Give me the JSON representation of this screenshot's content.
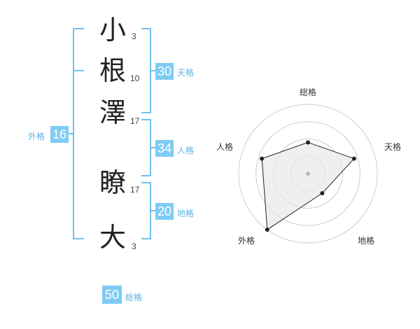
{
  "name": {
    "chars": [
      {
        "char": "小",
        "strokes": "3"
      },
      {
        "char": "根",
        "strokes": "10"
      },
      {
        "char": "澤",
        "strokes": "17"
      },
      {
        "char": "瞭",
        "strokes": "17"
      },
      {
        "char": "大",
        "strokes": "3"
      }
    ]
  },
  "fortunes": {
    "tenkaku": {
      "value": "30",
      "label": "天格"
    },
    "jinkaku": {
      "value": "34",
      "label": "人格"
    },
    "chikaku": {
      "value": "20",
      "label": "地格"
    },
    "gaikaku": {
      "value": "16",
      "label": "外格"
    },
    "soukaku": {
      "value": "50",
      "label": "総格"
    }
  },
  "radar": {
    "axes": [
      "総格",
      "天格",
      "地格",
      "外格",
      "人格"
    ],
    "values": [
      0.45,
      0.7,
      0.35,
      1.0,
      0.7
    ],
    "line_color": "#222222",
    "fill_color": "#e8e8e8",
    "ring_color": "#cccccc"
  },
  "colors": {
    "accent": "#7fcbf4",
    "bracket": "#6fc0ee"
  }
}
